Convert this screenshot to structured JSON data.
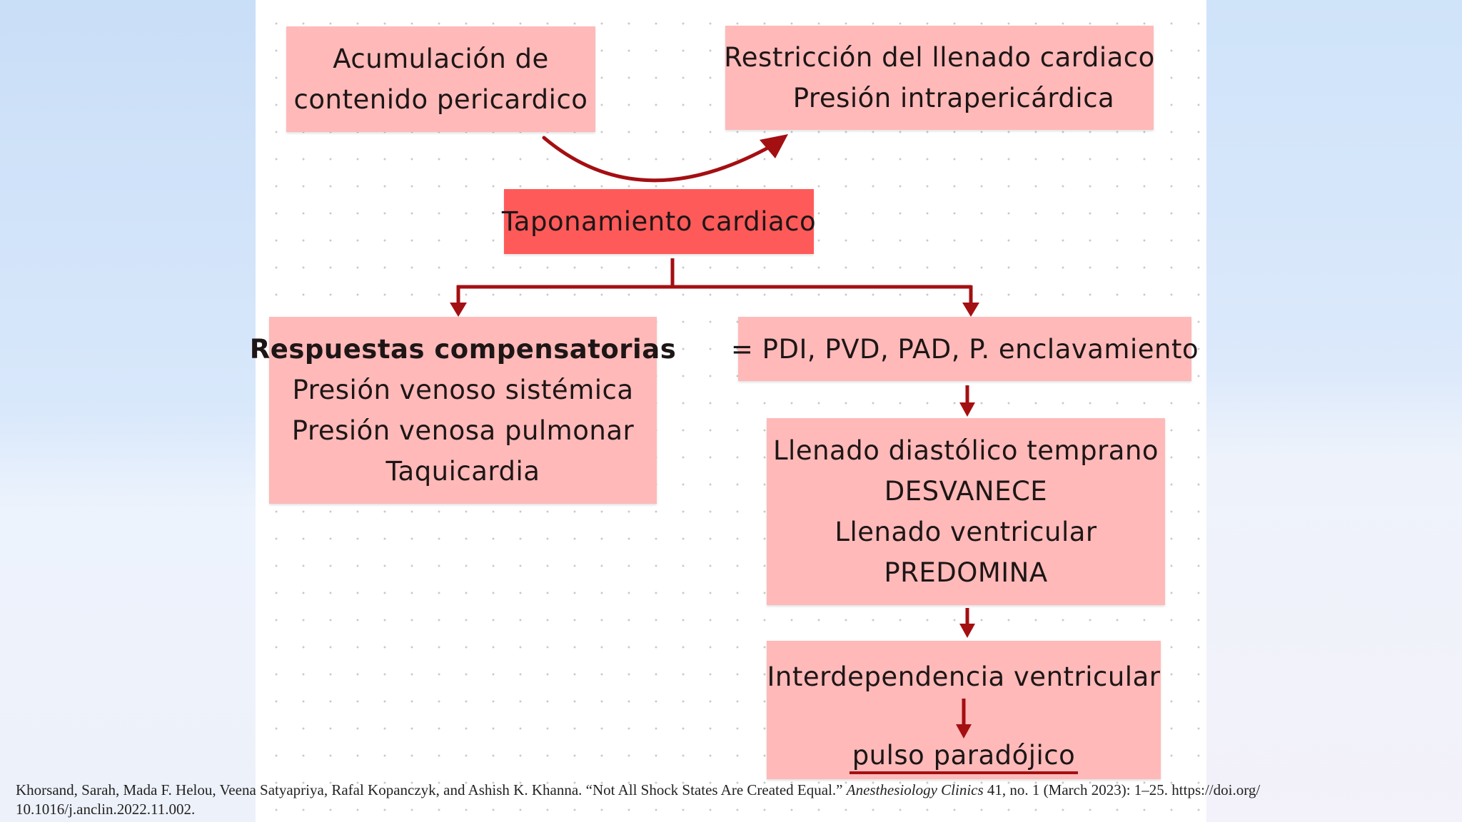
{
  "diagram": {
    "box_acumulacion": {
      "lines": [
        "Acumulación de",
        "contenido pericardico"
      ]
    },
    "box_restriccion": {
      "lines": [
        "Restricción del llenado cardiaco",
        "Presión intrapericárdica"
      ]
    },
    "box_taponamiento": {
      "label": "Taponamiento cardiaco"
    },
    "box_respuestas": {
      "title": "Respuestas compensatorias",
      "lines": [
        "Presión venoso sistémica",
        "Presión venosa pulmonar",
        "Taquicardia"
      ]
    },
    "box_presiones": {
      "label": "= PDI, PVD, PAD, P. enclavamiento"
    },
    "box_llenado": {
      "lines": [
        "Llenado diastólico temprano",
        "DESVANECE",
        "Llenado ventricular",
        "PREDOMINA"
      ]
    },
    "box_interdependencia": {
      "lines": [
        "Interdependencia ventricular",
        "pulso paradójico"
      ]
    }
  },
  "citation": {
    "text_before": "Khorsand, Sarah, Mada F. Helou, Veena Satyapriya, Rafal Kopanczyk, and Ashish K. Khanna. “Not All Shock States Are Created Equal.” ",
    "journal": "Anesthesiology Clinics",
    "text_after_line1": " 41, no. 1 (March 2023): 1–25. https://doi.org/",
    "text_line2": "10.1016/j.anclin.2022.11.002."
  },
  "colors": {
    "box_fill": "#ffb9b9",
    "main_fill": "#ff5a5a",
    "arrow": "#a40f12",
    "up_arrow": "#f03c4c"
  }
}
